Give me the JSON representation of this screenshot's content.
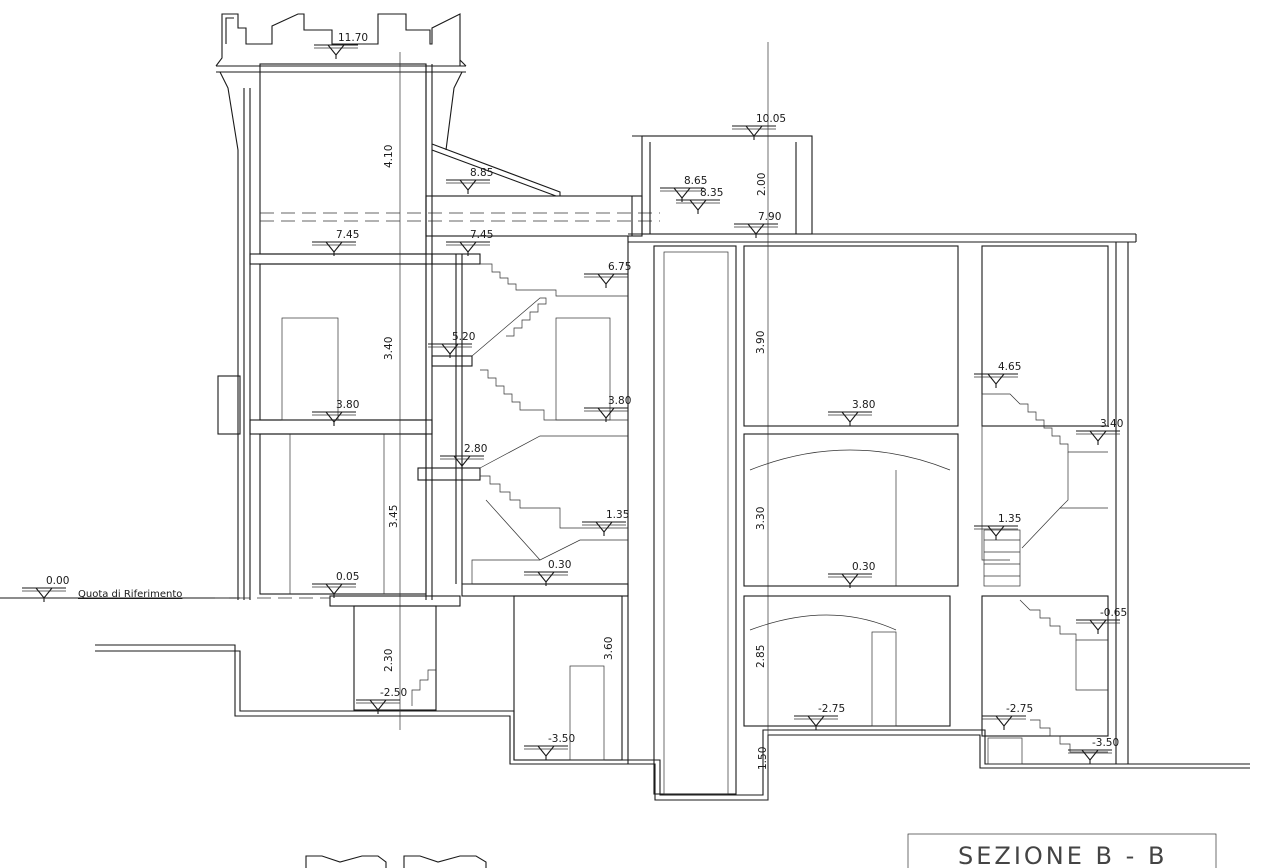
{
  "title": "SEZIONE B - B",
  "reference_label": "Quota di Riferimento",
  "reference_level": "0.00",
  "elevations": {
    "tower_top": "11.70",
    "roof_top": "10.05",
    "roof_a": "8.65",
    "roof_b": "8.35",
    "roof_slab": "7.90",
    "stair_roof": "8.85",
    "tower_floor_3": "7.45",
    "stair_top": "7.45",
    "stair_landing_1": "6.75",
    "stair_landing_2": "5.20",
    "tower_floor_2": "3.80",
    "stair_landing_3": "3.80",
    "mid_floor_2": "3.80",
    "stair_landing_4": "2.80",
    "stair_landing_5": "1.35",
    "stair_landing_6": "0.30",
    "tower_floor_1": "0.05",
    "mid_floor_1": "0.30",
    "basement_1": "-2.50",
    "basement_2": "-3.50",
    "basement_3": "-2.75",
    "right_top": "4.65",
    "right_1": "3.40",
    "right_2": "1.35",
    "right_3": "-0.65",
    "right_4": "-2.75",
    "right_5": "-3.50"
  },
  "dimensions": {
    "tower_h3": "4.10",
    "tower_h2": "3.40",
    "tower_h1": "3.45",
    "tower_h0": "2.30",
    "roof_h": "2.00",
    "mid_h2": "3.90",
    "mid_h1": "3.30",
    "mid_h0": "2.85",
    "mid_hb": "1.50",
    "stair_hb": "3.60"
  }
}
